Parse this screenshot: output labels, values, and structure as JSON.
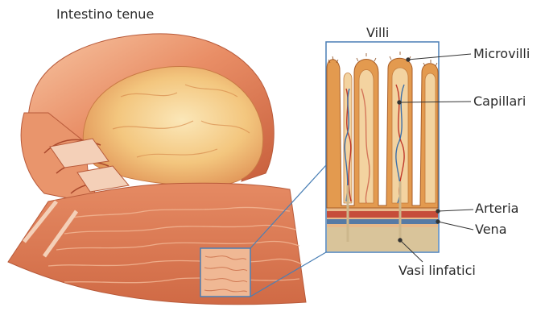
{
  "diagram": {
    "title": "Intestino tenue",
    "inset_title": "Villi",
    "labels": {
      "microvilli": "Microvilli",
      "capillari": "Capillari",
      "arteria": "Arteria",
      "vena": "Vena",
      "vasi_linfatici": "Vasi linfatici"
    }
  },
  "colors": {
    "tissue": "#e98e66",
    "tissue_dark": "#c85f3c",
    "lumen": "#f1c27a",
    "villus_outer": "#e39a4f",
    "villus_inner": "#f3d3a0",
    "artery": "#c0392b",
    "vein": "#3d6fa8",
    "lymph": "#cdb78c",
    "frame": "#4a7fb5"
  }
}
